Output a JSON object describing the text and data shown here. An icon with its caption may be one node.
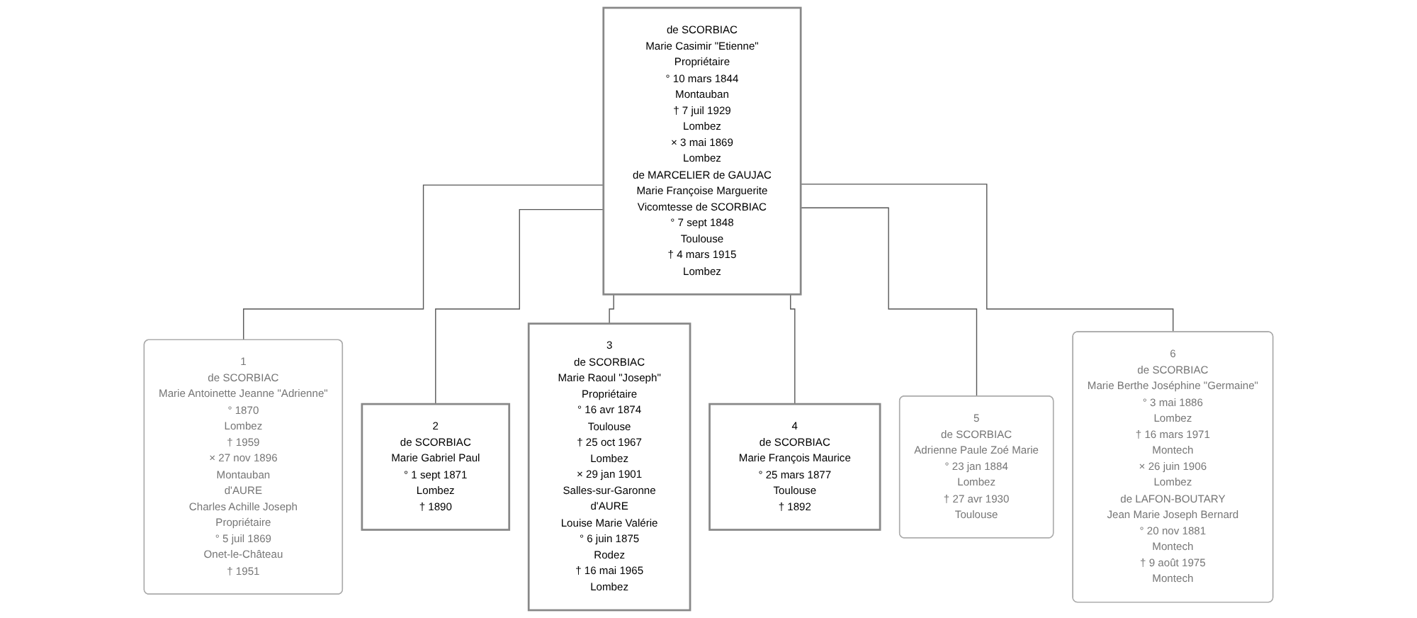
{
  "diagram": {
    "nodes": [
      {
        "text": [
          "de SCORBIAC",
          "Marie Casimir \"Etienne\"",
          "Propriétaire",
          "° 10 mars 1844",
          "Montauban",
          "† 7 juil 1929",
          "Lombez",
          "× 3 mai 1869",
          "Lombez",
          "de MARCELIER de GAUJAC",
          "Marie Françoise Marguerite",
          "Vicomtesse de SCORBIAC",
          "° 7 sept 1848",
          "Toulouse",
          "† 4 mars 1915",
          "Lombez"
        ]
      },
      {
        "text": [
          "1",
          "de SCORBIAC",
          "Marie Antoinette Jeanne \"Adrienne\"",
          "° 1870",
          "Lombez",
          "† 1959",
          "× 27 nov 1896",
          "Montauban",
          "d'AURE",
          "Charles Achille Joseph",
          "Propriétaire",
          "° 5 juil 1869",
          "Onet-le-Château",
          "† 1951"
        ]
      },
      {
        "text": [
          "2",
          "de SCORBIAC",
          "Marie Gabriel Paul",
          "° 1 sept 1871",
          "Lombez",
          "† 1890"
        ]
      },
      {
        "text": [
          "3",
          "de SCORBIAC",
          "Marie Raoul \"Joseph\"",
          "Propriétaire",
          "° 16 avr 1874",
          "Toulouse",
          "† 25 oct 1967",
          "Lombez",
          "× 29 jan 1901",
          "Salles-sur-Garonne",
          "d'AURE",
          "Louise Marie Valérie",
          "° 6 juin 1875",
          "Rodez",
          "† 16 mai 1965",
          "Lombez"
        ]
      },
      {
        "text": [
          "4",
          "de SCORBIAC",
          "Marie François Maurice",
          "° 25 mars 1877",
          "Toulouse",
          "† 1892"
        ]
      },
      {
        "text": [
          "5",
          "de SCORBIAC",
          "Adrienne Paule Zoé Marie",
          "° 23 jan 1884",
          "Lombez",
          "† 27 avr 1930",
          "Toulouse"
        ]
      },
      {
        "text": [
          "6",
          "de SCORBIAC",
          "Marie Berthe Joséphine \"Germaine\"",
          "° 3 mai 1886",
          "Lombez",
          "† 16 mars 1971",
          "Montech",
          "× 26 juin 1906",
          "Lombez",
          "de LAFON-BOUTARY",
          "Jean Marie Joseph Bernard",
          "° 20 nov 1881",
          "Montech",
          "† 9 août 1975",
          "Montech"
        ]
      }
    ],
    "edges": [
      {
        "from": 0,
        "to": 1,
        "arrow": "none"
      },
      {
        "from": 0,
        "to": 2,
        "arrow": "none"
      },
      {
        "from": 0,
        "to": 3,
        "arrow": "none"
      },
      {
        "from": 0,
        "to": 4,
        "arrow": "none"
      },
      {
        "from": 0,
        "to": 5,
        "arrow": "none"
      },
      {
        "from": 0,
        "to": 6,
        "arrow": "none"
      }
    ]
  }
}
